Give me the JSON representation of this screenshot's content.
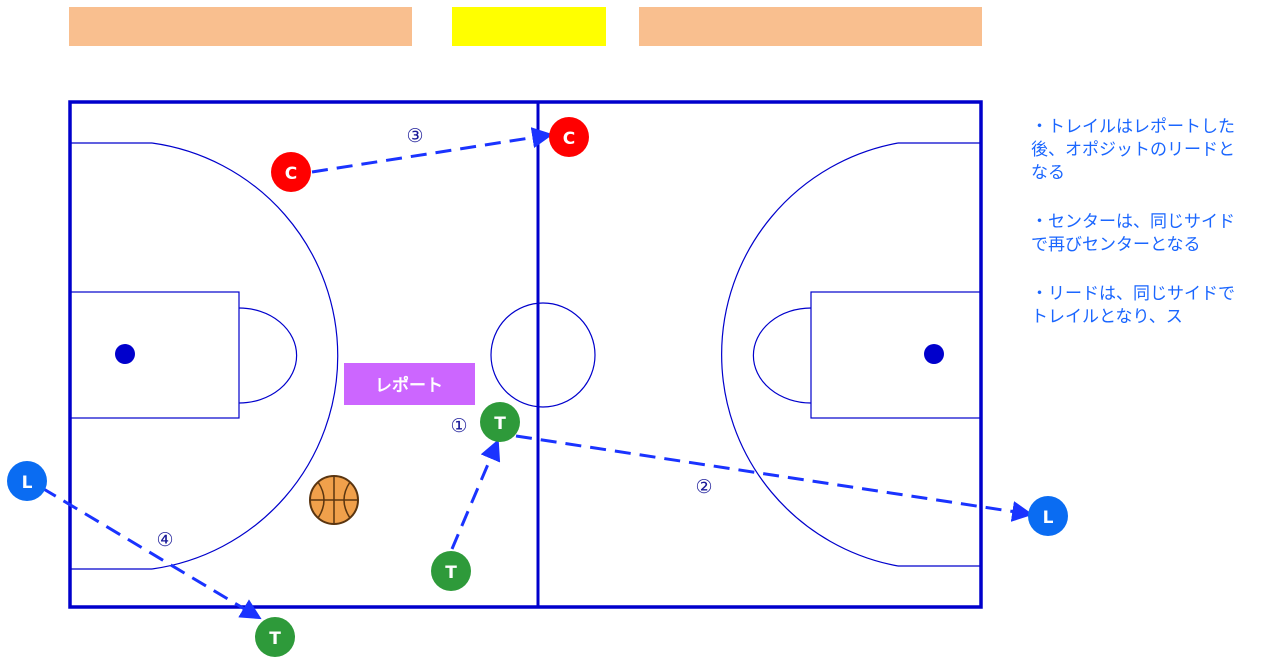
{
  "colors": {
    "banner_side": "#f9bf8f",
    "banner_center": "#ffff00",
    "court_line": "#0000cc",
    "arrow": "#1a33ff",
    "center_official": "#ff0000",
    "trail_official": "#2e9a3a",
    "lead_official": "#0a6cf2",
    "report_box": "#cc66ff",
    "note_text": "#1a66ff"
  },
  "markers": {
    "center_start": "C",
    "center_end": "C",
    "trail_start": "T",
    "trail_mid": "T",
    "trail_end": "T",
    "lead_start": "L",
    "lead_end": "L"
  },
  "step_labels": {
    "step1": "①",
    "step2": "②",
    "step3": "③",
    "step4": "④"
  },
  "report_label": "レポート",
  "notes": [
    "・トレイルはレポートした後、オポジットのリードとなる",
    "・センターは、同じサイドで再びセンターとなる",
    "・リードは、同じサイドでトレイルとなり、ス"
  ]
}
